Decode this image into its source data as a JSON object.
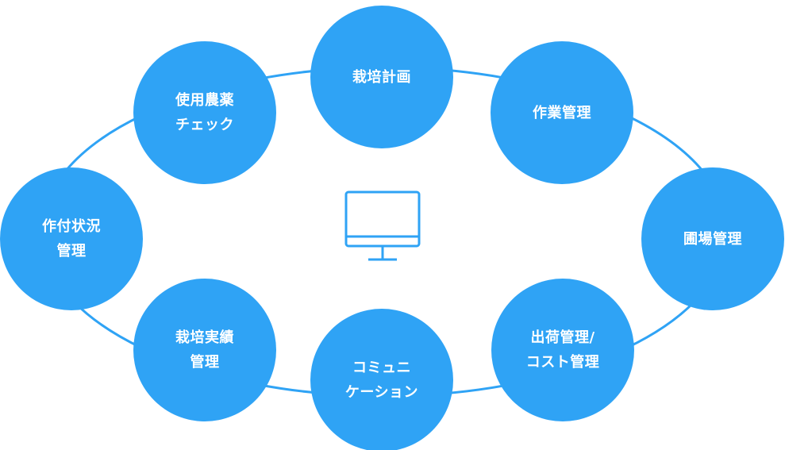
{
  "colors": {
    "node_fill": "#2fa3f5",
    "ring_stroke": "#2fa3f5",
    "label_text": "#ffffff",
    "background": "#ffffff"
  },
  "center_icon": "monitor-icon",
  "nodes": [
    {
      "id": "saibai-keikaku",
      "label": "栽培計画"
    },
    {
      "id": "sagyo-kanri",
      "label": "作業管理"
    },
    {
      "id": "hojo-kanri",
      "label": "圃場管理"
    },
    {
      "id": "shukka-kanri",
      "label": "出荷管理/\nコスト管理"
    },
    {
      "id": "communication",
      "label": "コミュニ\nケーション"
    },
    {
      "id": "saibai-jisseki",
      "label": "栽培実績\n管理"
    },
    {
      "id": "sakutsuke",
      "label": "作付状況\n管理"
    },
    {
      "id": "noyaku",
      "label": "使用農薬\nチェック"
    }
  ]
}
